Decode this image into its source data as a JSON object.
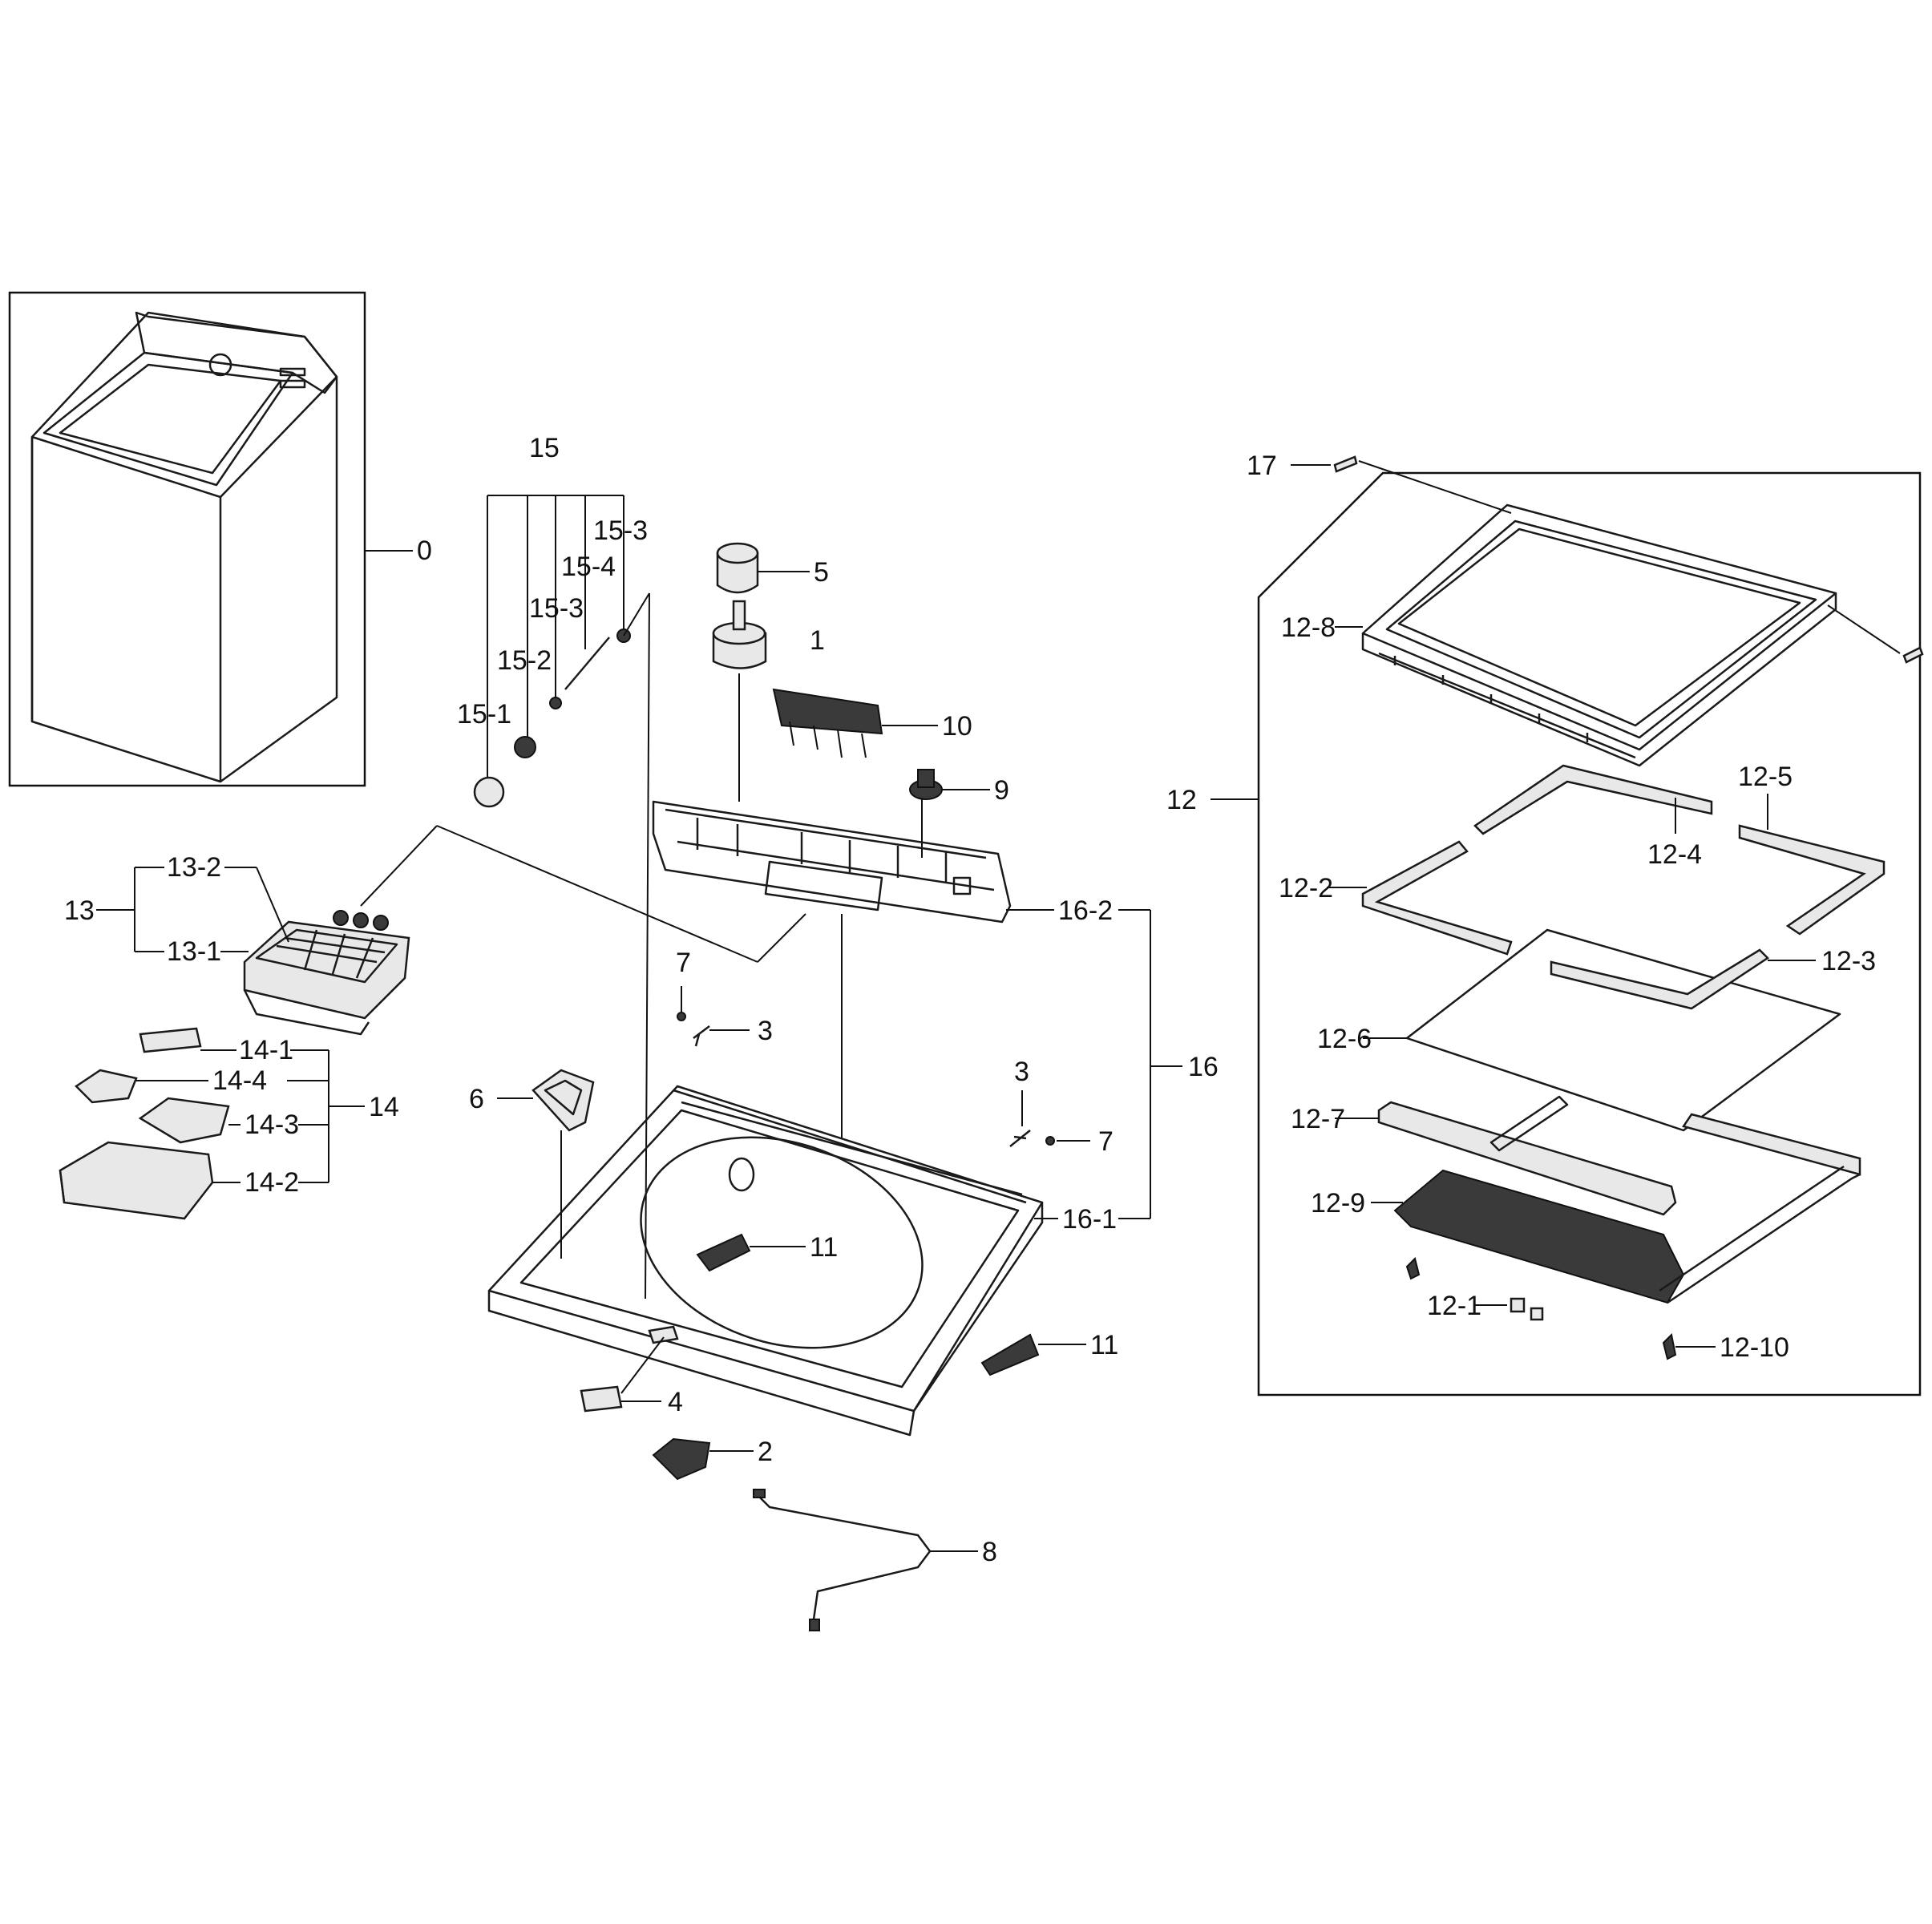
{
  "labels": {
    "l0": "0",
    "l1": "1",
    "l2": "2",
    "l3a": "3",
    "l3b": "3",
    "l4": "4",
    "l5": "5",
    "l6": "6",
    "l7a": "7",
    "l7b": "7",
    "l8": "8",
    "l9": "9",
    "l10": "10",
    "l11a": "11",
    "l11b": "11",
    "l12": "12",
    "l12_1": "12-1",
    "l12_2": "12-2",
    "l12_3": "12-3",
    "l12_4": "12-4",
    "l12_5": "12-5",
    "l12_6": "12-6",
    "l12_7": "12-7",
    "l12_8": "12-8",
    "l12_9": "12-9",
    "l12_10": "12-10",
    "l13": "13",
    "l13_1": "13-1",
    "l13_2": "13-2",
    "l14": "14",
    "l14_1": "14-1",
    "l14_2": "14-2",
    "l14_3": "14-3",
    "l14_4": "14-4",
    "l15": "15",
    "l15_1": "15-1",
    "l15_2": "15-2",
    "l15_3a": "15-3",
    "l15_3b": "15-3",
    "l15_4": "15-4",
    "l16": "16",
    "l16_1": "16-1",
    "l16_2": "16-2",
    "l17": "17"
  }
}
